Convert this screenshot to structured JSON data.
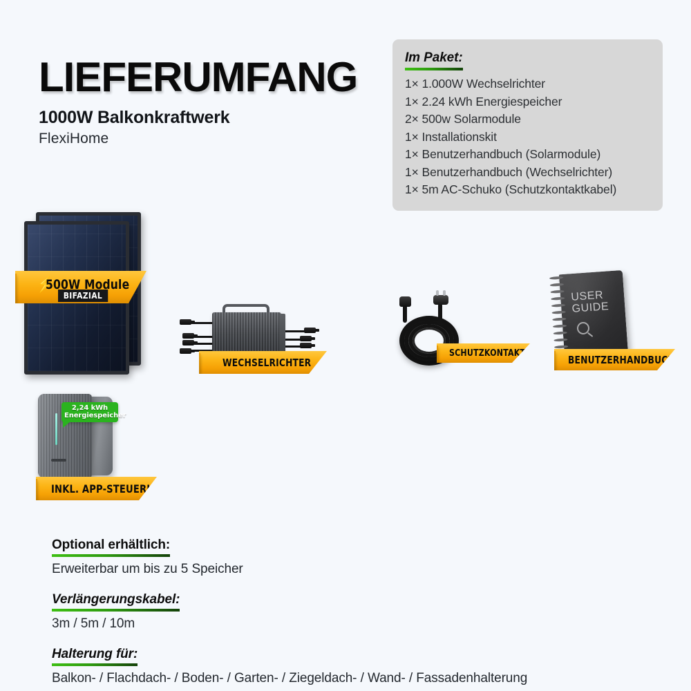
{
  "background_color": "#f5f8fc",
  "accent_color": "#f8ab0a",
  "green_accent": "#2bb31f",
  "header": {
    "title": "LIEFERUMFANG",
    "subtitle": "1000W Balkonkraftwerk",
    "model": "FlexiHome"
  },
  "package": {
    "heading": "Im Paket:",
    "items": [
      "1× 1.000W Wechselrichter",
      "1× 2.24 kWh Energiespeicher",
      "2× 500w Solarmodule",
      "1× Installationskit",
      "1× Benutzerhandbuch (Solarmodule)",
      "1× Benutzerhandbuch (Wechselrichter)",
      "1× 5m AC-Schuko (Schutzkontaktkabel)"
    ]
  },
  "products": {
    "solar_panel": {
      "ribbon_line1": "500W Module",
      "ribbon_line2": "BIFAZIAL",
      "icon": "lightning-bolt-icon"
    },
    "inverter": {
      "ribbon": "WECHSELRICHTER"
    },
    "cable": {
      "ribbon": "SCHUTZKONTAKT"
    },
    "user_guide": {
      "cover_line1": "USER",
      "cover_line2": "GUIDE",
      "ribbon": "BENUTZERHANDBUCH"
    },
    "battery": {
      "badge_line1": "2,24 kWh",
      "badge_line2": "Energiespeicher",
      "ribbon": "INKL. APP-STEUERUNG"
    }
  },
  "notes": [
    {
      "heading": "Optional erhältlich:",
      "body": "Erweiterbar um bis zu 5 Speicher",
      "italic": false
    },
    {
      "heading": "Verlängerungskabel:",
      "body": "3m / 5m / 10m",
      "italic": true
    },
    {
      "heading": "Halterung für:",
      "body": "Balkon- / Flachdach- / Boden- / Garten- / Ziegeldach- / Wand- / Fassadenhalterung",
      "italic": true
    }
  ]
}
